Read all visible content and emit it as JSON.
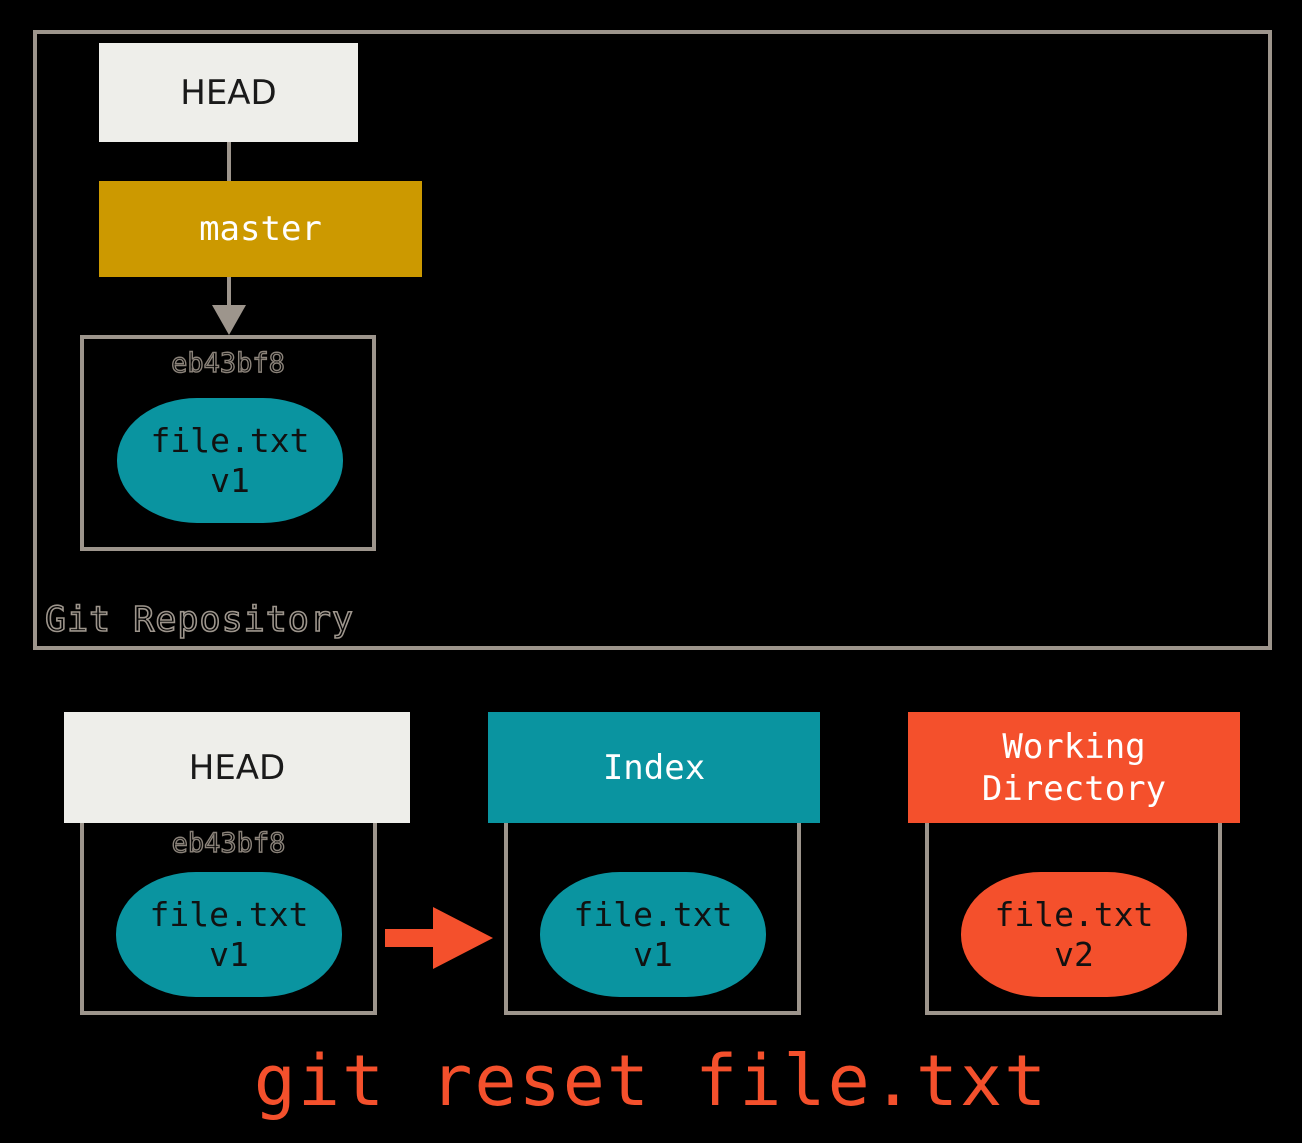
{
  "diagram": {
    "title": "git reset file.txt",
    "caption": "git reset file.txt",
    "colors": {
      "background": "#000000",
      "frame_gray": "#9d958c",
      "head_cream": "#eeeeea",
      "master_gold": "#cc9900",
      "index_teal": "#0a94a0",
      "working_orange": "#f4502c"
    }
  },
  "repository": {
    "label": "Git Repository",
    "head_box": {
      "label": "HEAD"
    },
    "branch_box": {
      "label": "master"
    },
    "commit": {
      "sha": "eb43bf8",
      "blob": {
        "filename": "file.txt",
        "version": "v1"
      }
    }
  },
  "trees": {
    "head": {
      "header": "HEAD",
      "sha": "eb43bf8",
      "blob": {
        "filename": "file.txt",
        "version": "v1"
      }
    },
    "index": {
      "header": "Index",
      "blob": {
        "filename": "file.txt",
        "version": "v1"
      }
    },
    "working_directory": {
      "header_line1": "Working",
      "header_line2": "Directory",
      "blob": {
        "filename": "file.txt",
        "version": "v2"
      }
    }
  },
  "arrows": {
    "head_to_index": "arrow-right",
    "head_to_master": "line",
    "master_to_commit": "arrow-down"
  }
}
